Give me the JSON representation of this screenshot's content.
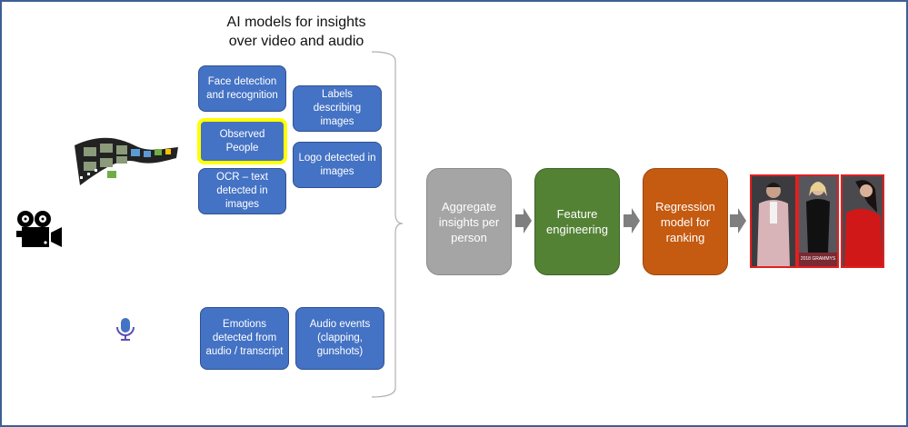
{
  "title": "AI models for insights over video and audio",
  "video_models": [
    {
      "label": "Face detection and recognition"
    },
    {
      "label": "Observed People",
      "highlighted": true
    },
    {
      "label": "OCR – text detected in images"
    },
    {
      "label": "Labels describing images"
    },
    {
      "label": "Logo detected in images"
    }
  ],
  "audio_models": [
    {
      "label": "Emotions detected from audio / transcript"
    },
    {
      "label": "Audio events (clapping, gunshots)"
    }
  ],
  "pipeline": [
    {
      "label": "Aggregate insights per person",
      "color": "#a5a5a5"
    },
    {
      "label": "Feature engineering",
      "color": "#548235"
    },
    {
      "label": "Regression model for ranking",
      "color": "#c55a11"
    }
  ],
  "output": {
    "photos": [
      {
        "name": "person-1",
        "caption": ""
      },
      {
        "name": "person-2",
        "caption": "2018 GRAMMYS"
      },
      {
        "name": "person-3",
        "caption": ""
      }
    ]
  },
  "icons": {
    "film": "film-strip-icon",
    "camera": "movie-camera-icon",
    "audio": "audio-waveform-mic-icon"
  },
  "colors": {
    "model_box": "#4472c4",
    "highlight": "#ffff00",
    "arrow": "#7f7f7f",
    "frame": "#3e5f97",
    "photo_border": "#e02020"
  }
}
